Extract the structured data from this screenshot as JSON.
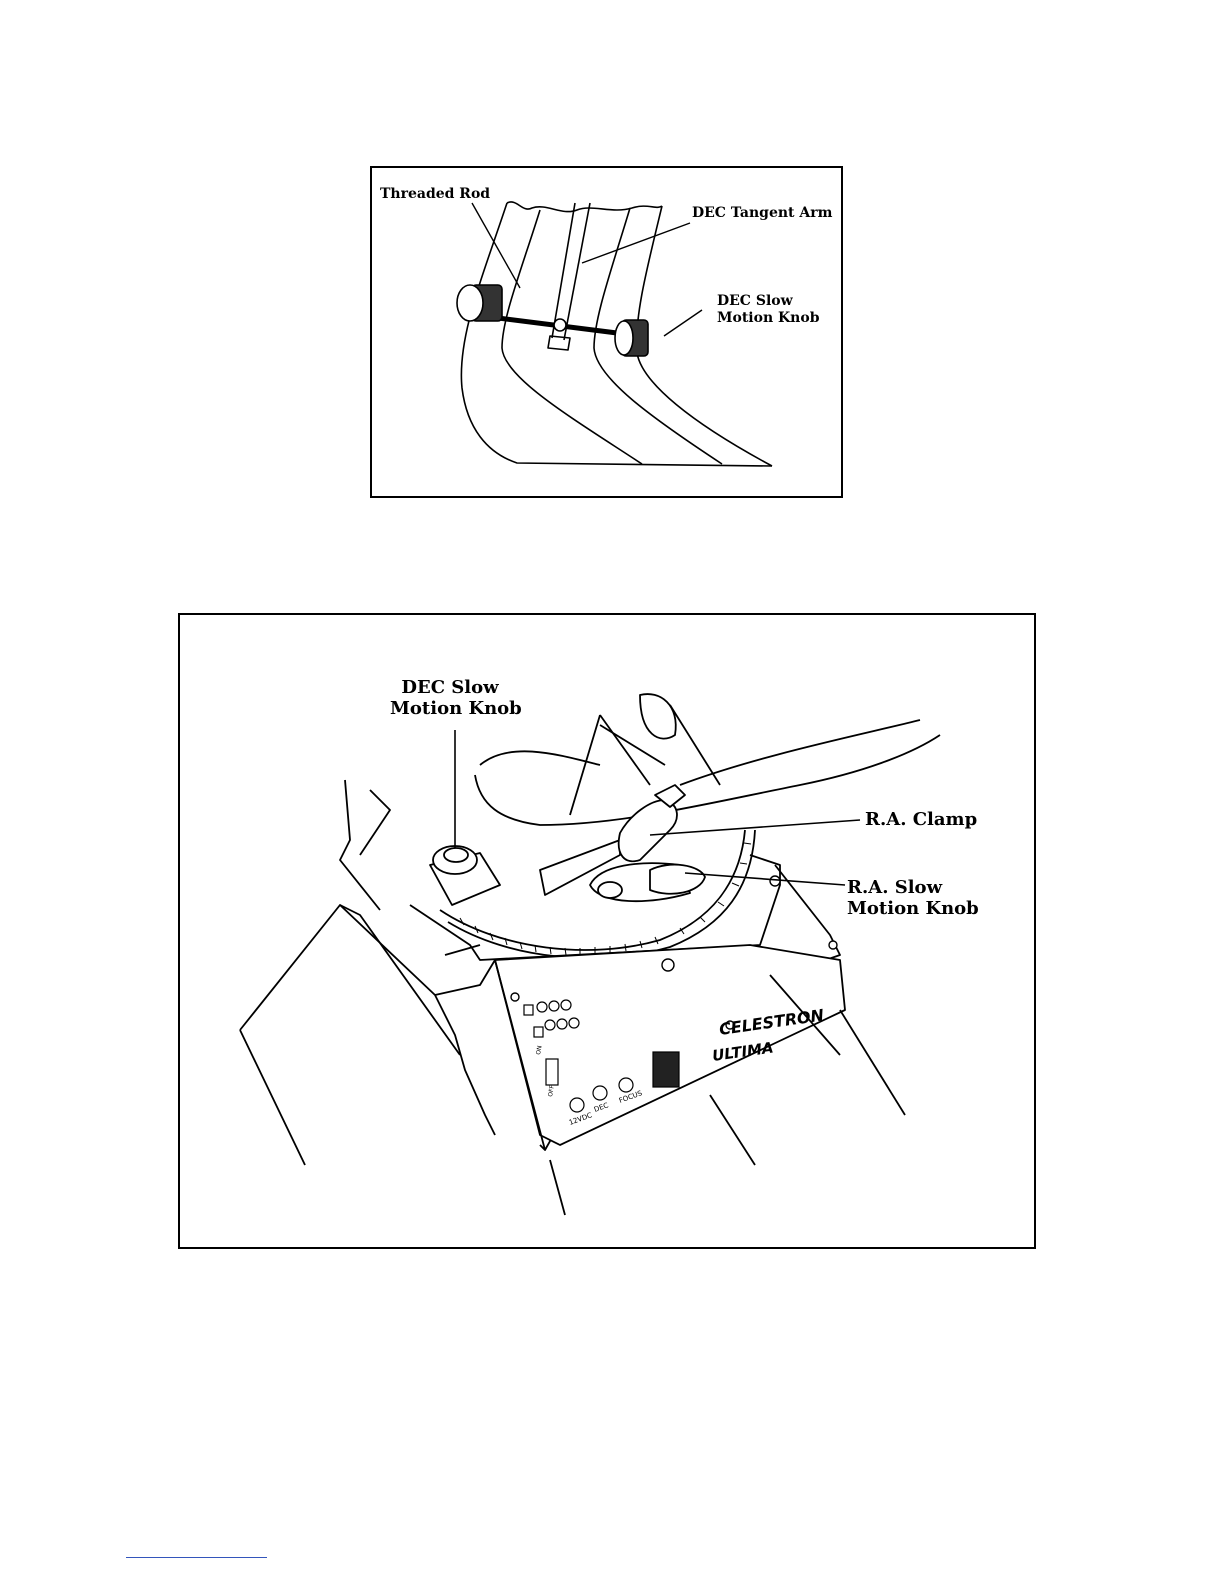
{
  "figure1": {
    "labels": {
      "threaded_rod": "Threaded Rod",
      "dec_tangent_arm": "DEC Tangent Arm",
      "dec_slow_line1": "DEC Slow",
      "dec_slow_line2": "Motion Knob"
    }
  },
  "figure2": {
    "labels": {
      "dec_slow_line1": "DEC Slow",
      "dec_slow_line2": "Motion Knob",
      "ra_clamp": "R.A. Clamp",
      "ra_slow_line1": "R.A. Slow",
      "ra_slow_line2": "Motion Knob"
    },
    "panel": {
      "brand": "CELESTRON",
      "model": "ULTIMA",
      "buttons": [
        "12VDC",
        "DEC",
        "FOCUS"
      ],
      "switch_on": "ON",
      "switch_off": "OFF"
    }
  }
}
